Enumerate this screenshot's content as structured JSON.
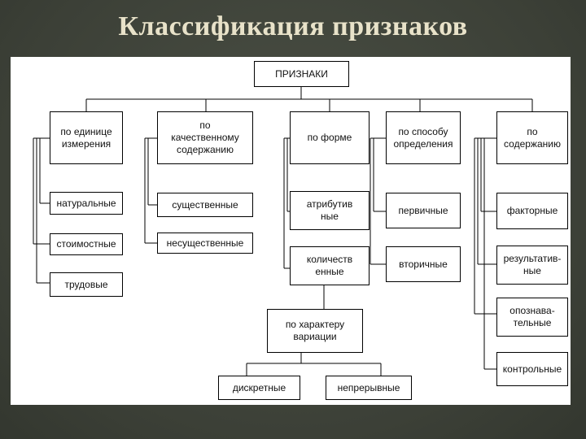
{
  "title": "Классификация признаков",
  "nodes": {
    "root": "ПРИЗНАКИ",
    "unit": "по единице\nизмерения",
    "qual": "по\nкачественному\nсодержанию",
    "form": "по форме",
    "method": "по способу\nопределения",
    "content": "по\nсодержанию",
    "natural": "натуральные",
    "cost": "стоимостные",
    "labor": "трудовые",
    "essential": "существенные",
    "nonessential": "несущественные",
    "attributive": "атрибутив\nные",
    "quantitative": "количеств\nенные",
    "variation": "по характеру\nвариации",
    "discrete": "дискретные",
    "continuous": "непрерывные",
    "primary": "первичные",
    "secondary": "вторичные",
    "factor": "факторные",
    "result": "результатив-\nные",
    "identifying": "опознава-\nтельные",
    "control": "контрольные"
  }
}
